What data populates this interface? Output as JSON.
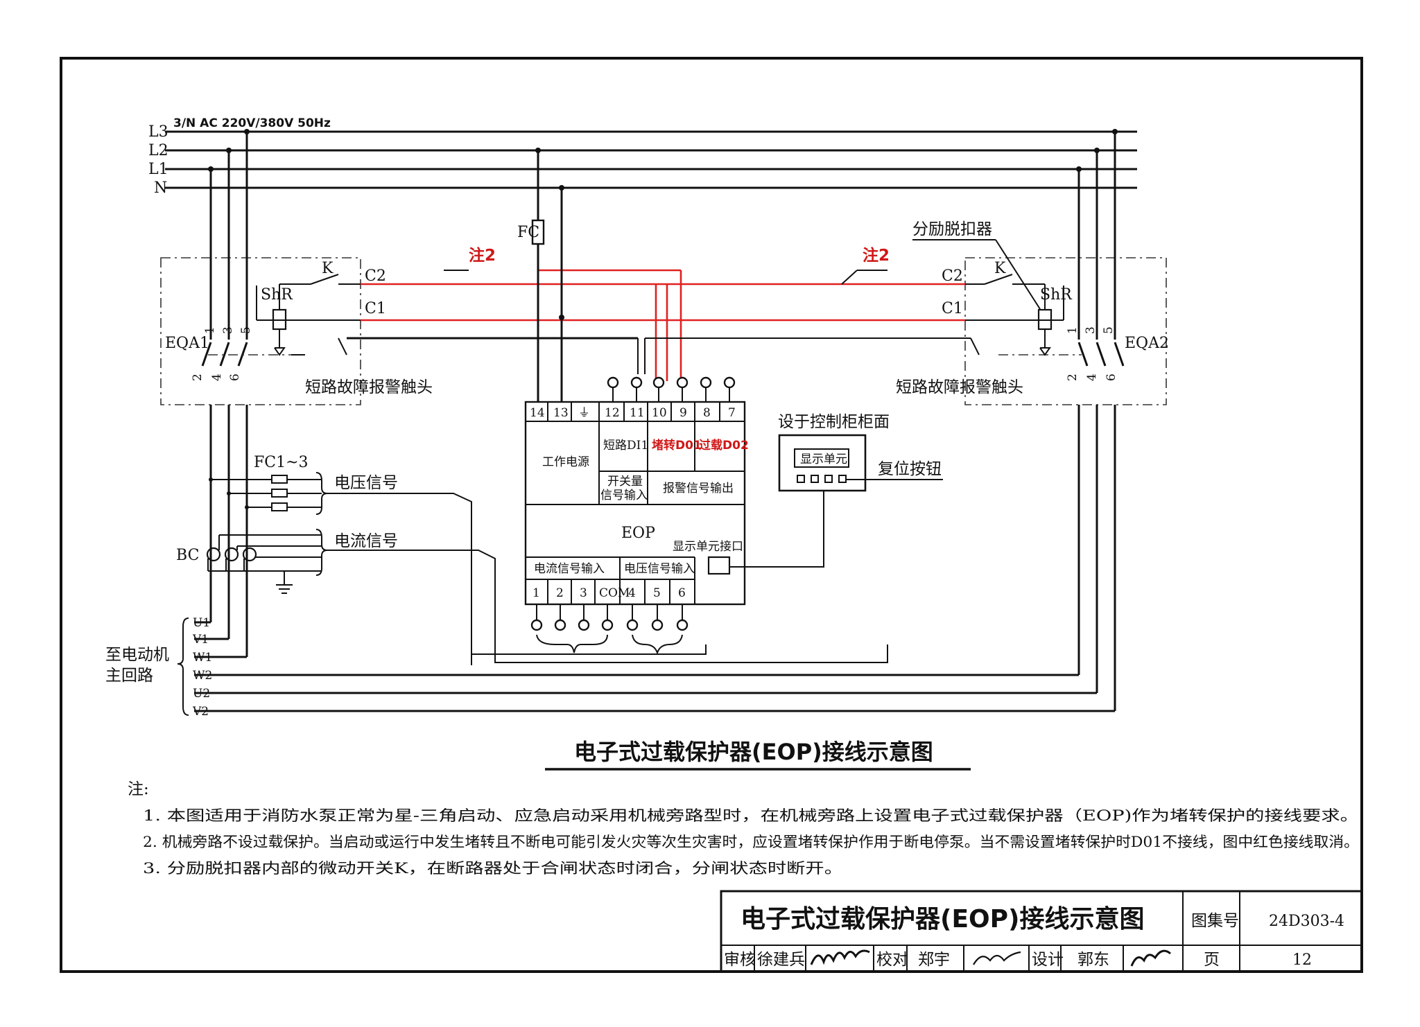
{
  "supply": {
    "spec": "3/N AC 220V/380V 50Hz",
    "l3": "L3",
    "l2": "L2",
    "l1": "L1",
    "n": "N"
  },
  "left_breaker": {
    "id": "EQA1",
    "contact": "K",
    "c2": "C2",
    "c1": "C1",
    "coil": "ShR",
    "poles_top": [
      "1",
      "3",
      "5"
    ],
    "poles_bottom": [
      "2",
      "4",
      "6"
    ],
    "alarm_contact": "短路故障报警触头"
  },
  "right_breaker": {
    "id": "EQA2",
    "contact": "K",
    "c2": "C2",
    "c1": "C1",
    "coil": "ShR",
    "poles_top": [
      "1",
      "3",
      "5"
    ],
    "poles_bottom": [
      "2",
      "4",
      "6"
    ],
    "alarm_contact": "短路故障报警触头",
    "shunt_label": "分励脱扣器"
  },
  "note_markers": [
    "注2",
    "注2"
  ],
  "fuse": {
    "label": "FC"
  },
  "eop": {
    "top_terminals": [
      "14",
      "13",
      "⏚",
      "12",
      "11",
      "10",
      "9",
      "8",
      "7"
    ],
    "work_power": "工作电源",
    "short_di1": "短路DI1",
    "stall_do1": "堵转D01",
    "overload_do2": "过载D02",
    "switch_input_1": "开关量",
    "switch_input_2": "信号输入",
    "alarm_output": "报警信号输出",
    "name": "EOP",
    "display_port": "显示单元接口",
    "current_input": "电流信号输入",
    "voltage_input": "电压信号输入",
    "bottom_terminals": [
      "1",
      "2",
      "3",
      "COM",
      "4",
      "5",
      "6"
    ]
  },
  "panel": {
    "title": "设于控制柜柜面",
    "display": "显示单元",
    "reset": "复位按钮"
  },
  "sensing": {
    "fuses": "FC1~3",
    "voltage_signal": "电压信号",
    "ct": "BC",
    "current_signal": "电流信号"
  },
  "motor": {
    "label_1": "至电动机",
    "label_2": "主回路",
    "lines": [
      "U1",
      "V1",
      "W1",
      "W2",
      "U2",
      "V2"
    ]
  },
  "diagram_title": "电子式过载保护器(EOP)接线示意图",
  "notes": {
    "heading": "注:",
    "items": [
      "1. 本图适用于消防水泵正常为星-三角启动、应急启动采用机械旁路型时，在机械旁路上设置电子式过载保护器（EOP)作为堵转保护的接线要求。",
      "2. 机械旁路不设过载保护。当启动或运行中发生堵转且不断电可能引发火灾等次生灾害时，应设置堵转保护作用于断电停泵。当不需设置堵转保护时D01不接线，图中红色接线取消。",
      "3. 分励脱扣器内部的微动开关K，在断路器处于合闸状态时闭合，分闸状态时断开。"
    ]
  },
  "title_block": {
    "title": "电子式过载保护器(EOP)接线示意图",
    "atlas_label": "图集号",
    "atlas_no": "24D303-4",
    "review_label": "审核",
    "reviewer": "徐建兵",
    "check_label": "校对",
    "checker": "郑宇",
    "design_label": "设计",
    "designer": "郭东",
    "page_label": "页",
    "page_no": "12"
  },
  "colors": {
    "ink": "#111111",
    "red": "#e02020",
    "paper": "#ffffff"
  }
}
